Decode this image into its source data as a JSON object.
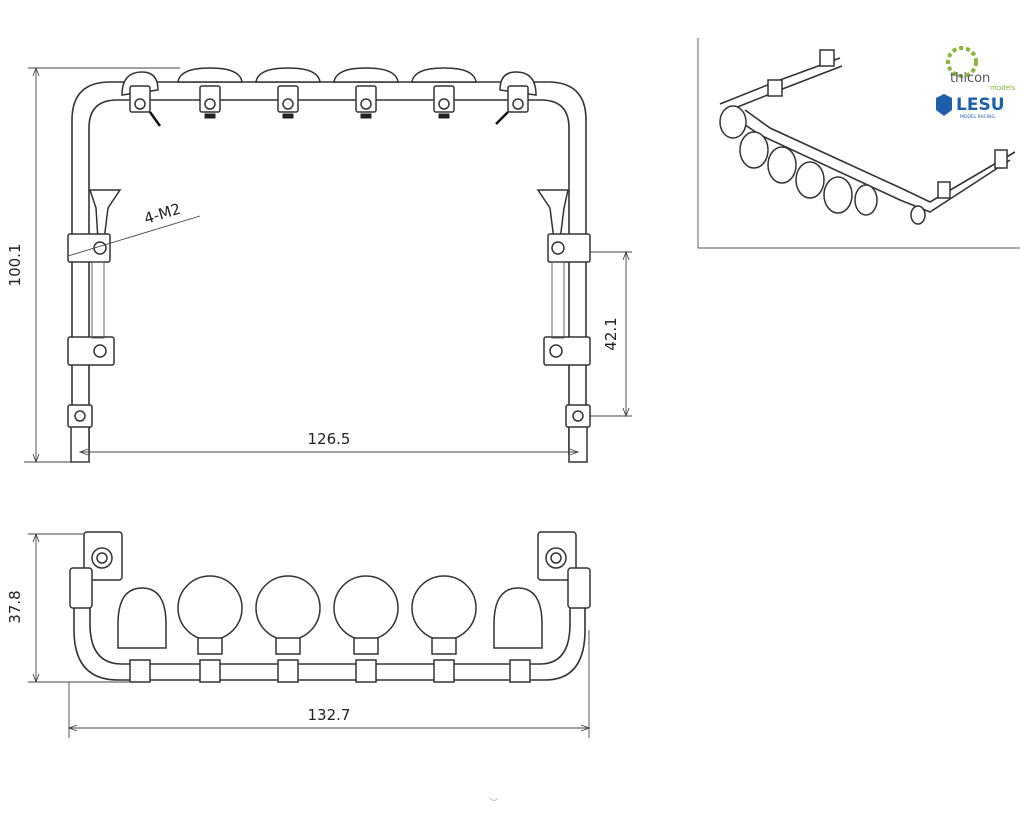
{
  "dimensions": {
    "height_front": "100.1",
    "mount_spacing": "42.1",
    "width_front": "126.5",
    "thread": "4-M2",
    "height_top": "37.8",
    "width_top": "132.7"
  },
  "logos": {
    "thicon": "thicon",
    "thicon_sub": "models",
    "lesu": "LESU",
    "lesu_sub": "MODEL RACING"
  },
  "colors": {
    "line": "#333333",
    "thicon_green": "#8ab53a",
    "lesu_blue": "#1d5fa8"
  }
}
